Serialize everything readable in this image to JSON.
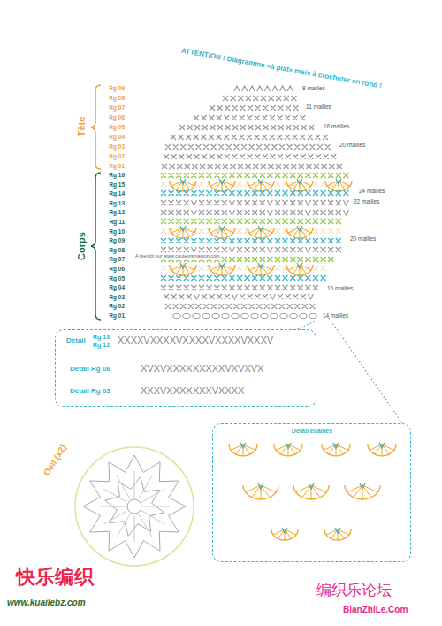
{
  "diagram": {
    "nodes": [
      {
        "text": [
          "Détail",
          "Rg 13",
          "Rg 12",
          "XXXXVXXXXVXXXXVXXXXVXXXV",
          "Détail Rg 08",
          "XVXVXXXXXXXXXVXVXVX",
          "Détail Rg 03",
          "XXXVXXXXXXXVXXXX"
        ]
      },
      {
        "text": [
          "Détail écailles"
        ]
      },
      {
        "text": [
          "Oeil (x2)"
        ]
      }
    ],
    "labels": [
      "ATTENTION ! Diagramme «à plat» mais à crocheter en rond !",
      "Rg 09",
      "Rg 08",
      "Rg 07",
      "Rg 06",
      "Rg 05",
      "Rg 04",
      "Rg 03",
      "Rg 02",
      "Rg 01",
      "Tête",
      "Rg 16",
      "Rg 15",
      "Rg 14",
      "Rg 13",
      "Rg 12",
      "Rg 11",
      "Rg 10",
      "Rg 09",
      "Rg 08",
      "Rg 07",
      "Rg 06",
      "Rg 05",
      "Rg 04",
      "Rg 03",
      "Rg 02",
      "Rg 01",
      "Corps",
      "A bientôt sur www.couleursmaison.com",
      "8 mailles",
      "11 mailles",
      "16 mailles",
      "20 mailles",
      "24 mailles",
      "22 mailles",
      "20 mailles",
      "16 mailles",
      "14 mailles",
      "快乐编织",
      "www.kuailebz.com",
      "编织乐论坛",
      "BianZhiLe.Com"
    ]
  }
}
